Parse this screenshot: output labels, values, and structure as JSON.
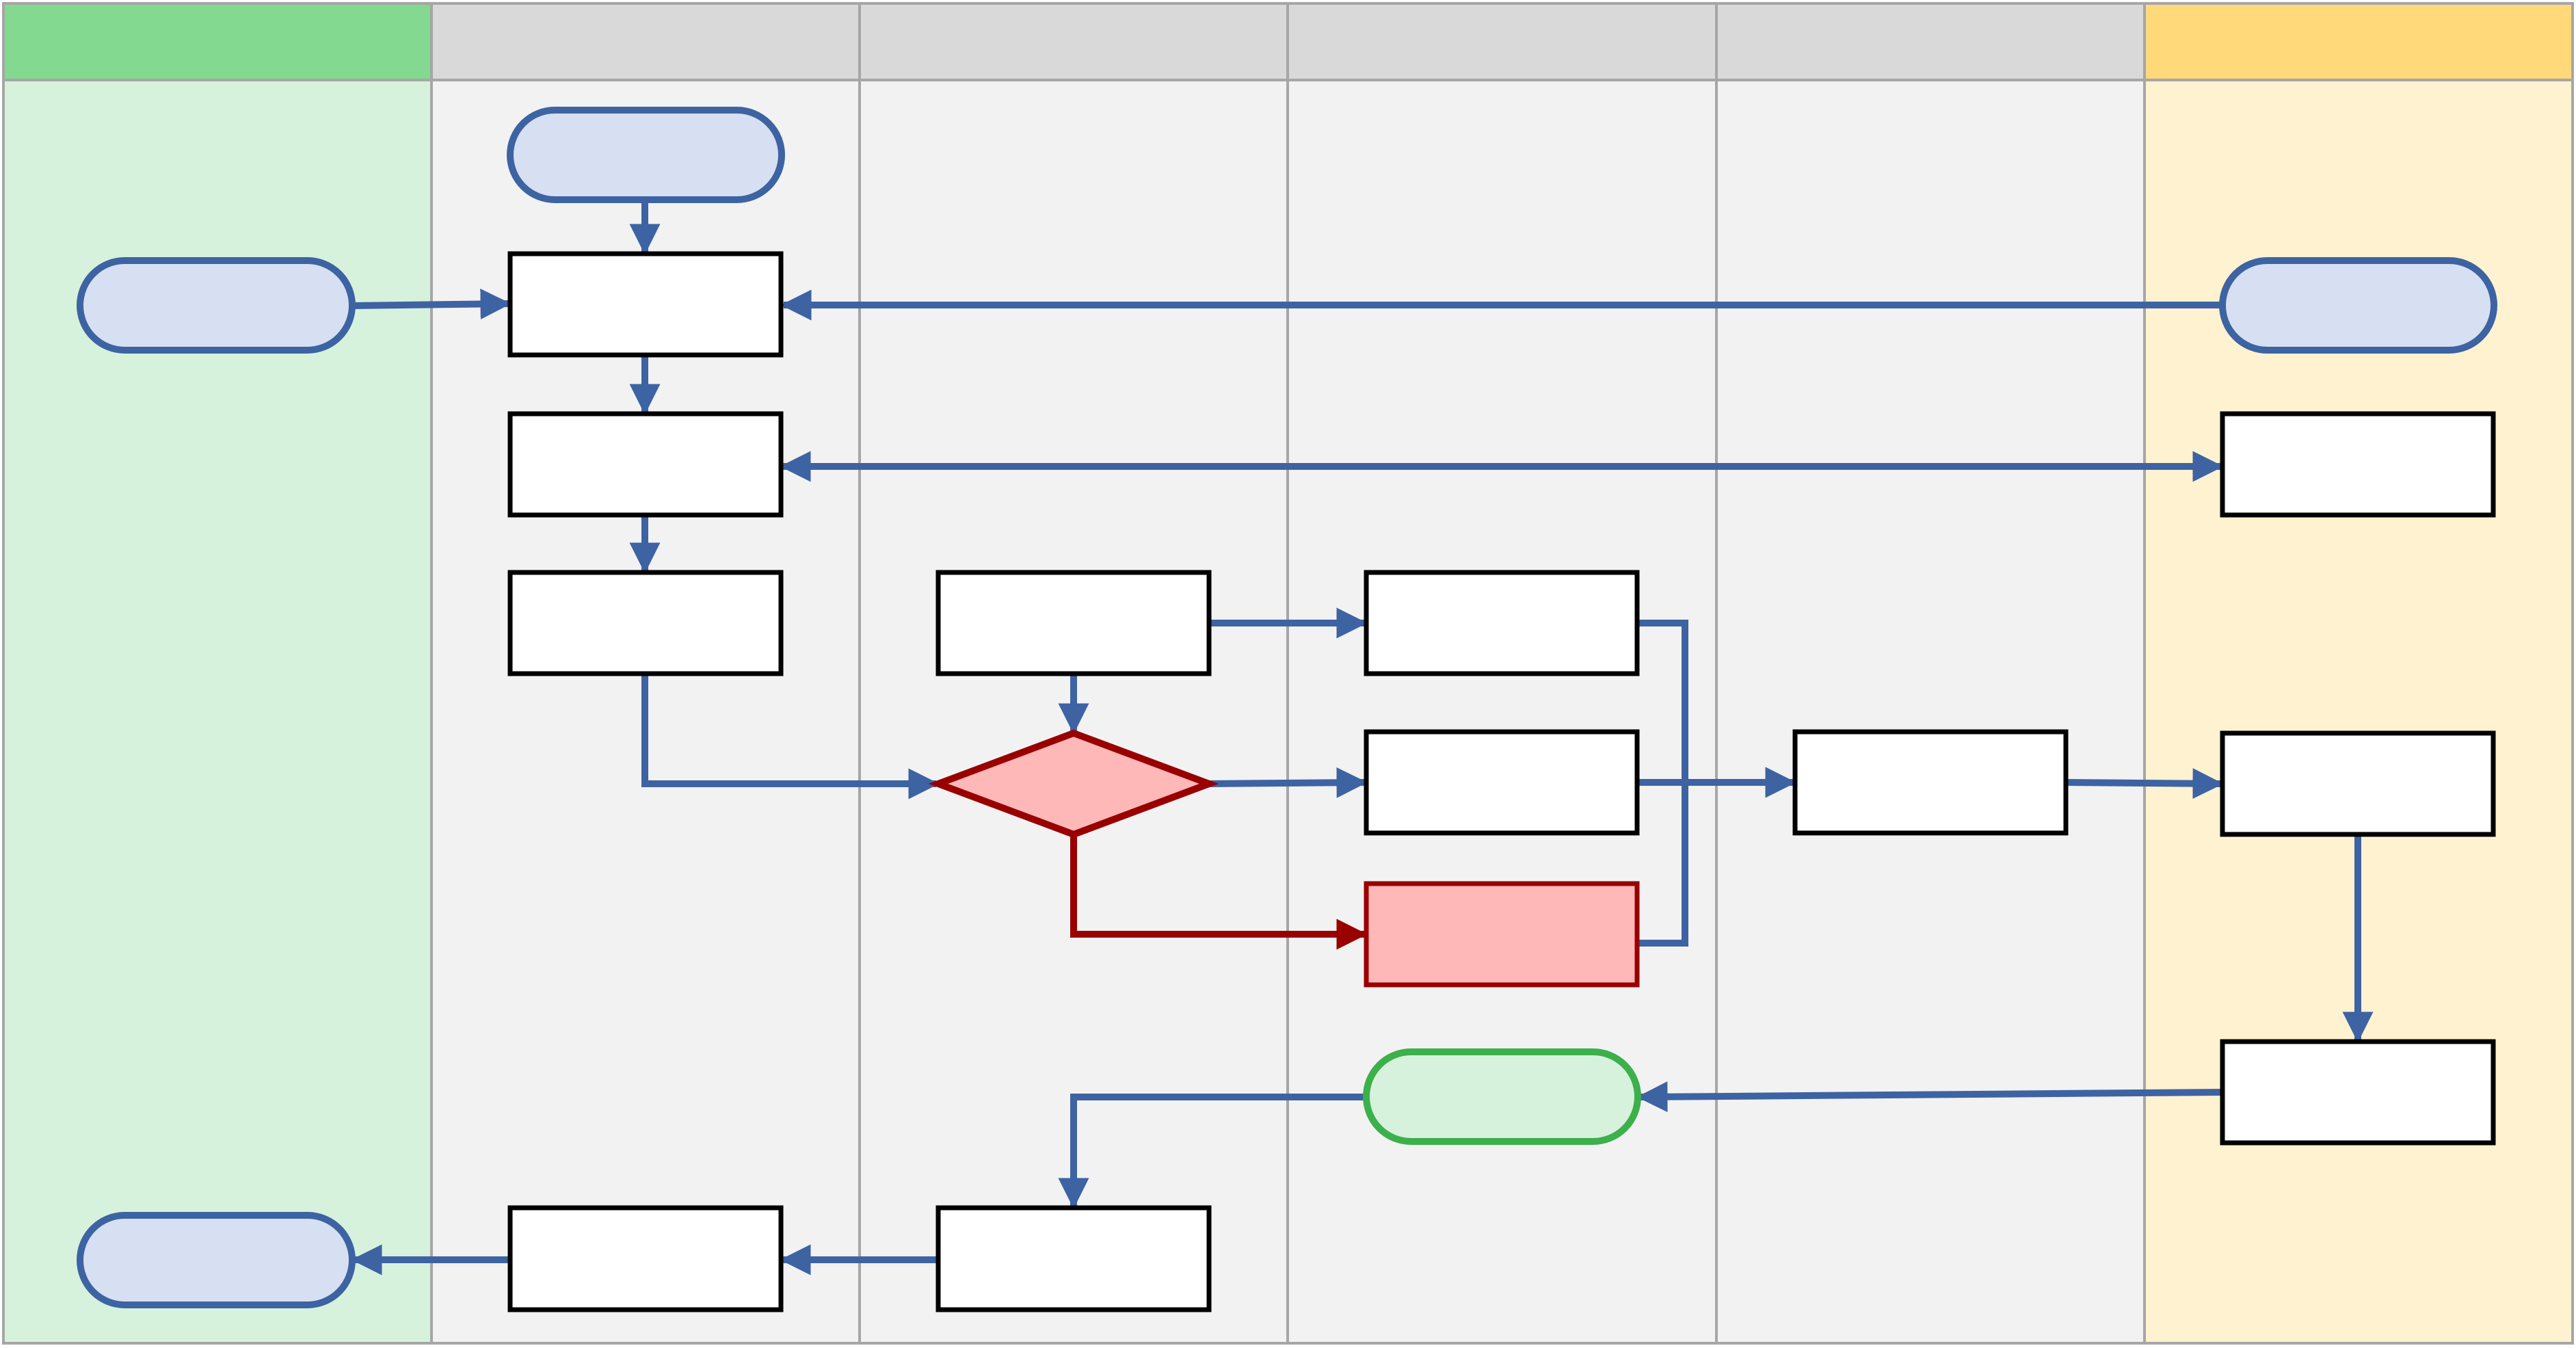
{
  "colors": {
    "lane_border": "#a6a6a6",
    "lane_header_default": "#d9d9d9",
    "lane_body_default": "#f2f2f2",
    "lane_header_start": "#82d98f",
    "lane_body_start": "#d6f2dc",
    "lane_header_end": "#ffd97a",
    "lane_body_end": "#fff2d1",
    "terminal_fill": "#d6e0f2",
    "terminal_stroke": "#3d63a3",
    "process_fill": "#ffffff",
    "process_stroke": "#000000",
    "connector": "#3d63a3",
    "alert_fill": "#ffb8b8",
    "alert_stroke": "#990000",
    "success_fill": "#d6f2dc",
    "success_stroke": "#3cb04b"
  },
  "lanes": [
    {
      "id": "lane-1",
      "label": "",
      "theme": "start"
    },
    {
      "id": "lane-2",
      "label": "",
      "theme": "default"
    },
    {
      "id": "lane-3",
      "label": "",
      "theme": "default"
    },
    {
      "id": "lane-4",
      "label": "",
      "theme": "default"
    },
    {
      "id": "lane-5",
      "label": "",
      "theme": "default"
    },
    {
      "id": "lane-6",
      "label": "",
      "theme": "end"
    }
  ],
  "nodes": [
    {
      "id": "n-a1",
      "kind": "terminal",
      "label": ""
    },
    {
      "id": "n-a2",
      "kind": "terminal",
      "label": ""
    },
    {
      "id": "n-b1",
      "kind": "terminal",
      "label": ""
    },
    {
      "id": "n-b2",
      "kind": "process",
      "label": ""
    },
    {
      "id": "n-b3",
      "kind": "process",
      "label": ""
    },
    {
      "id": "n-b4",
      "kind": "process",
      "label": ""
    },
    {
      "id": "n-b5",
      "kind": "process",
      "label": ""
    },
    {
      "id": "n-c1",
      "kind": "process",
      "label": ""
    },
    {
      "id": "n-c2",
      "kind": "decision",
      "label": ""
    },
    {
      "id": "n-c3",
      "kind": "process",
      "label": ""
    },
    {
      "id": "n-d1",
      "kind": "process",
      "label": ""
    },
    {
      "id": "n-d2",
      "kind": "process",
      "label": ""
    },
    {
      "id": "n-d3",
      "kind": "alert",
      "label": ""
    },
    {
      "id": "n-d4",
      "kind": "success",
      "label": ""
    },
    {
      "id": "n-e1",
      "kind": "process",
      "label": ""
    },
    {
      "id": "n-f1",
      "kind": "terminal",
      "label": ""
    },
    {
      "id": "n-f2",
      "kind": "process",
      "label": ""
    },
    {
      "id": "n-f3",
      "kind": "process",
      "label": ""
    },
    {
      "id": "n-f4",
      "kind": "process",
      "label": ""
    }
  ],
  "edges": [
    {
      "id": "e1",
      "from": "n-b1",
      "to": "n-b2",
      "style": "normal"
    },
    {
      "id": "e2",
      "from": "n-a1",
      "to": "n-b2",
      "style": "normal"
    },
    {
      "id": "e3",
      "from": "n-f1",
      "to": "n-b2",
      "style": "normal"
    },
    {
      "id": "e4",
      "from": "n-b2",
      "to": "n-b3",
      "style": "normal"
    },
    {
      "id": "e5",
      "from": "n-b3",
      "to": "n-f2",
      "style": "bidirectional"
    },
    {
      "id": "e6",
      "from": "n-b3",
      "to": "n-b4",
      "style": "normal"
    },
    {
      "id": "e7",
      "from": "n-b4",
      "to": "n-c2",
      "style": "normal"
    },
    {
      "id": "e8",
      "from": "n-c1",
      "to": "n-c2",
      "style": "normal"
    },
    {
      "id": "e9",
      "from": "n-c1",
      "to": "n-d1",
      "style": "normal"
    },
    {
      "id": "e10",
      "from": "n-c2",
      "to": "n-d2",
      "style": "normal"
    },
    {
      "id": "e11",
      "from": "n-c2",
      "to": "n-d3",
      "style": "alert"
    },
    {
      "id": "e12",
      "from": "n-d1",
      "to": "n-e1",
      "style": "normal"
    },
    {
      "id": "e13",
      "from": "n-d2",
      "to": "n-e1",
      "style": "normal"
    },
    {
      "id": "e14",
      "from": "n-d3",
      "to": "n-e1",
      "style": "normal"
    },
    {
      "id": "e15",
      "from": "n-e1",
      "to": "n-f3",
      "style": "normal"
    },
    {
      "id": "e16",
      "from": "n-f3",
      "to": "n-f4",
      "style": "normal"
    },
    {
      "id": "e17",
      "from": "n-f4",
      "to": "n-d4",
      "style": "normal"
    },
    {
      "id": "e18",
      "from": "n-d4",
      "to": "n-c3",
      "style": "normal"
    },
    {
      "id": "e19",
      "from": "n-c3",
      "to": "n-b5",
      "style": "normal"
    },
    {
      "id": "e20",
      "from": "n-b5",
      "to": "n-a2",
      "style": "normal"
    }
  ]
}
